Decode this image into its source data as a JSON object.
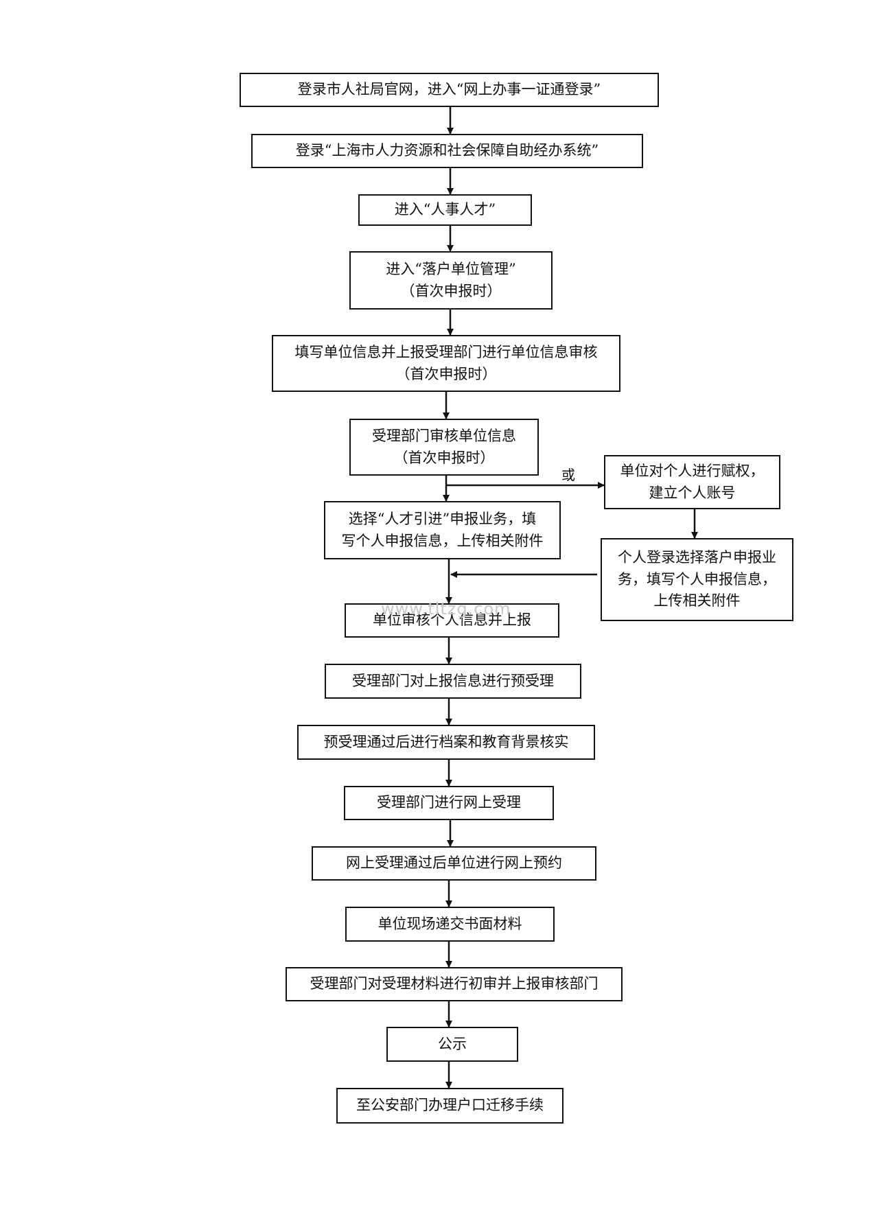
{
  "steps": {
    "s1": "登录市人社局官网，进入“网上办事一证通登录”",
    "s2": "登录“上海市人力资源和社会保障自助经办系统”",
    "s3": "进入“人事人才”",
    "s4": {
      "line1": "进入“落户单位管理”",
      "line2": "（首次申报时）"
    },
    "s5": {
      "line1": "填写单位信息并上报受理部门进行单位信息审核",
      "line2": "（首次申报时）"
    },
    "s6": {
      "line1": "受理部门审核单位信息",
      "line2": "（首次申报时）"
    },
    "s7": {
      "line1": "选择“人才引进”申报业务，填",
      "line2": "写个人申报信息，上传相关附件"
    },
    "s8": "单位审核个人信息并上报",
    "s9": "受理部门对上报信息进行预受理",
    "s10": "预受理通过后进行档案和教育背景核实",
    "s11": "受理部门进行网上受理",
    "s12": "网上受理通过后单位进行网上预约",
    "s13": "单位现场递交书面材料",
    "s14": "受理部门对受理材料进行初审并上报审核部门",
    "s15": "公示",
    "s16": "至公安部门办理户口迁移手续"
  },
  "branch": {
    "or_label": "或",
    "b1": {
      "line1": "单位对个人进行赋权，",
      "line2": "建立个人账号"
    },
    "b2": {
      "line1": "个人登录选择落户申报业",
      "line2": "务，填写个人申报信息，",
      "line3": "上传相关附件"
    }
  },
  "watermark": "www.tltzg.com"
}
